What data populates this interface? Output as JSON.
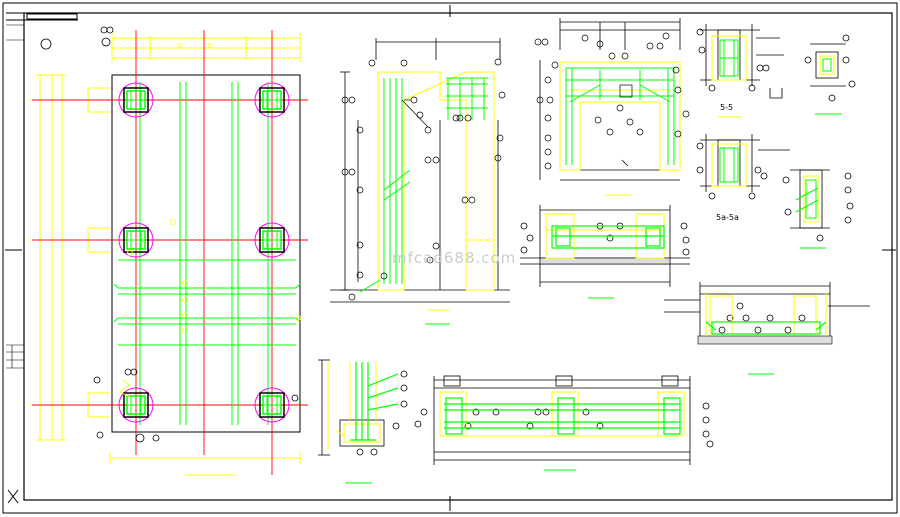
{
  "drawing": {
    "watermark": "mfcad688.com",
    "colors": {
      "background": "#ffffff",
      "frame": "#000000",
      "outline": "#000000",
      "reinforcement": "#00ff00",
      "dimension": "#ffff00",
      "axis": "#ff0000",
      "pile": "#ff00ff"
    }
  },
  "sections": [
    {
      "label": "5-5"
    },
    {
      "label": "5a-5a"
    }
  ]
}
